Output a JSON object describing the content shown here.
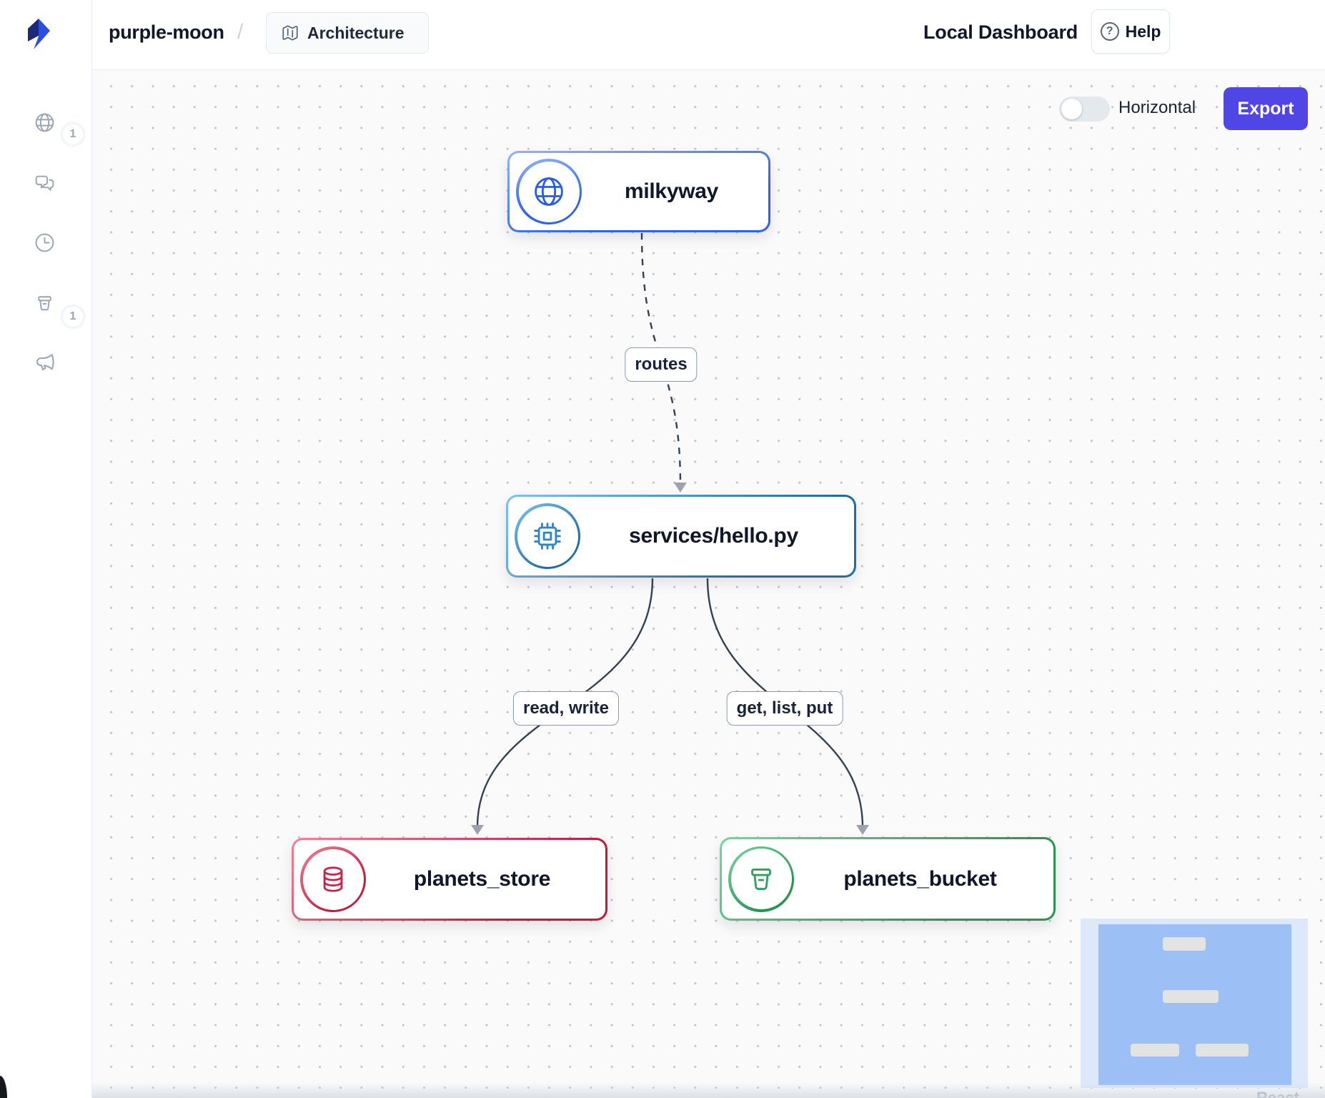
{
  "header": {
    "project": "purple-moon",
    "separator": "/",
    "architecture_tab": "Architecture",
    "title": "Local Dashboard",
    "help": "Help",
    "help_icon_glyph": "?"
  },
  "sidebar": {
    "items": [
      {
        "icon": "globe-icon",
        "badge": "1"
      },
      {
        "icon": "chat-bubbles-icon",
        "badge": ""
      },
      {
        "icon": "clock-icon",
        "badge": ""
      },
      {
        "icon": "bucket-icon",
        "badge": "1"
      },
      {
        "icon": "megaphone-icon",
        "badge": ""
      }
    ],
    "badges": {
      "apis": "1",
      "storage": "1"
    }
  },
  "toolbar": {
    "orientation_label": "Horizontal",
    "toggle_state": "off",
    "export_label": "Export"
  },
  "diagram": {
    "nodes": [
      {
        "id": "milkyway",
        "label": "milkyway",
        "icon": "globe-icon",
        "accent_from": "#8fb4f7",
        "accent_to": "#2c63e8"
      },
      {
        "id": "services-hello",
        "label": "services/hello.py",
        "icon": "cpu-icon",
        "accent_from": "#7cc4ee",
        "accent_to": "#1f6da8"
      },
      {
        "id": "planets-store",
        "label": "planets_store",
        "icon": "database-icon",
        "accent_from": "#ef8396",
        "accent_to": "#c21a3d"
      },
      {
        "id": "planets-bucket",
        "label": "planets_bucket",
        "icon": "bucket-icon",
        "accent_from": "#74d6a2",
        "accent_to": "#269552"
      }
    ],
    "edges": [
      {
        "from": "milkyway",
        "to": "services-hello",
        "label": "routes",
        "style": "dashed"
      },
      {
        "from": "services-hello",
        "to": "planets-store",
        "label": "read, write",
        "style": "solid"
      },
      {
        "from": "services-hello",
        "to": "planets-bucket",
        "label": "get, list, put",
        "style": "solid"
      }
    ],
    "edge_color": "#334155",
    "arrow_color": "#9ca3af"
  },
  "minimap": {
    "attribution": "React Flow"
  },
  "colors": {
    "export_button": "#4f46e5",
    "canvas_bg": "#fafafa",
    "panel_border": "#e9edf2",
    "minimap_bg": "#dde8fa",
    "minimap_viewport": "#9cc0f6"
  }
}
